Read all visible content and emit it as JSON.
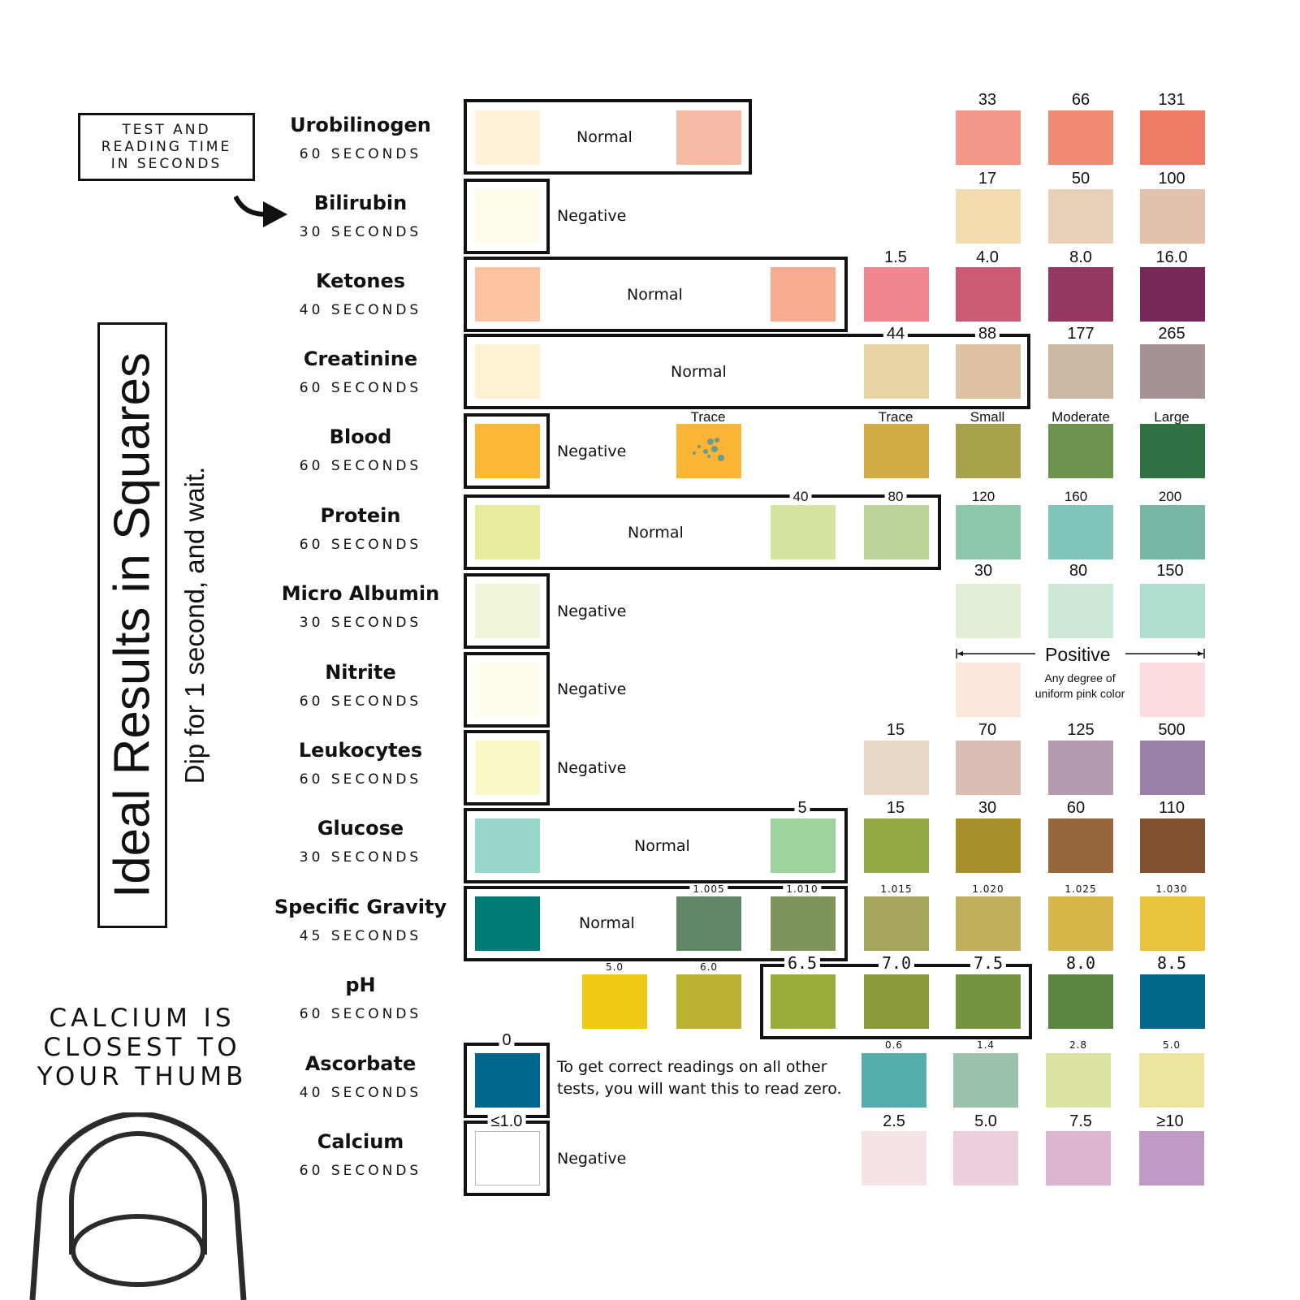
{
  "legend": {
    "line1": "TEST AND",
    "line2": "READING TIME",
    "line3": "IN SECONDS"
  },
  "sidebar": {
    "title": "Ideal Results in Squares",
    "subtitle": "Dip for 1 second, and wait."
  },
  "calcium_note": {
    "line1": "CALCIUM IS",
    "line2": "CLOSEST TO",
    "line3": "YOUR THUMB"
  },
  "rows": [
    {
      "name": "Urobilinogen",
      "time": "60 SECONDS"
    },
    {
      "name": "Bilirubin",
      "time": "30 SECONDS"
    },
    {
      "name": "Ketones",
      "time": "40 SECONDS"
    },
    {
      "name": "Creatinine",
      "time": "60 SECONDS"
    },
    {
      "name": "Blood",
      "time": "60 SECONDS"
    },
    {
      "name": "Protein",
      "time": "60 SECONDS"
    },
    {
      "name": "Micro Albumin",
      "time": "30 SECONDS"
    },
    {
      "name": "Nitrite",
      "time": "60 SECONDS"
    },
    {
      "name": "Leukocytes",
      "time": "60 SECONDS"
    },
    {
      "name": "Glucose",
      "time": "30 SECONDS"
    },
    {
      "name": "Specific Gravity",
      "time": "45 SECONDS"
    },
    {
      "name": "pH",
      "time": "60 SECONDS"
    },
    {
      "name": "Ascorbate",
      "time": "40 SECONDS"
    },
    {
      "name": "Calcium",
      "time": "60 SECONDS"
    }
  ],
  "words": {
    "normal": "Normal",
    "negative": "Negative",
    "trace": "Trace",
    "small": "Small",
    "moderate": "Moderate",
    "large": "Large"
  },
  "labels": {
    "uro": [
      "33",
      "66",
      "131"
    ],
    "bil": [
      "17",
      "50",
      "100"
    ],
    "ket": [
      "1.5",
      "4.0",
      "8.0",
      "16.0"
    ],
    "cre": [
      "44",
      "88",
      "177",
      "265"
    ],
    "pro": [
      "40",
      "80",
      "120",
      "160",
      "200"
    ],
    "alb": [
      "30",
      "80",
      "150"
    ],
    "leu": [
      "15",
      "70",
      "125",
      "500"
    ],
    "glu": [
      "5",
      "15",
      "30",
      "60",
      "110"
    ],
    "sg": [
      "1.005",
      "1.010",
      "1.015",
      "1.020",
      "1.025",
      "1.030"
    ],
    "ph": [
      "5.0",
      "6.0",
      "6.5",
      "7.0",
      "7.5",
      "8.0",
      "8.5"
    ],
    "asc": [
      "0",
      "0.6",
      "1.4",
      "2.8",
      "5.0"
    ],
    "cal": [
      "≤1.0",
      "2.5",
      "5.0",
      "7.5",
      "≥10"
    ]
  },
  "nitrite_positive": {
    "title": "Positive",
    "sub1": "Any degree of",
    "sub2": "uniform pink color"
  },
  "ascorbate_note": {
    "line1": "To get correct readings on all other",
    "line2": "tests, you will want this to read zero."
  },
  "colors": {
    "uro": [
      "#fff2d6",
      "#f8bca6",
      "#f4978a",
      "#f18a73",
      "#ee7c65"
    ],
    "bil": [
      "#fffcec",
      "#f3ddb0",
      "#e8d1b8",
      "#e3c1ac"
    ],
    "ket": [
      "#fbc3a0",
      "#f7ab90",
      "#f0878f",
      "#cb5a75",
      "#95385f",
      "#782858"
    ],
    "cre": [
      "#fff1d2",
      "#e8d3a7",
      "#dec2a1",
      "#cbb8a3",
      "#a69294"
    ],
    "blood": [
      "#fcb734",
      "#fbb433",
      "#d3ab45",
      "#a7a14b",
      "#6e934f",
      "#2f7143"
    ],
    "pro": [
      "#e7eb9c",
      "#d3e59e",
      "#bcd49a",
      "#8ec8aa",
      "#80c5bc",
      "#76b6a6"
    ],
    "alb": [
      "#f0f4d9",
      "#e2efd6",
      "#cde7d6",
      "#b0dfd2"
    ],
    "nit": [
      "#fffdee",
      "#fde6dc",
      "#fbdde0"
    ],
    "leu": [
      "#fbf8c7",
      "#e8d9c6",
      "#dbbdb4",
      "#b49bb0",
      "#9a80a8"
    ],
    "glu": [
      "#98d5ca",
      "#9dd39e",
      "#94aa45",
      "#a98f2b",
      "#97673b",
      "#83502f"
    ],
    "sg": [
      "#017a73",
      "#628768",
      "#7d955c",
      "#a6a55c",
      "#bfae5b",
      "#d6b84a",
      "#e8c33c"
    ],
    "ph": [
      "#efc914",
      "#bcb232",
      "#9aac3a",
      "#89993c",
      "#769440",
      "#5c8542",
      "#03678a"
    ],
    "asc": [
      "#02668c",
      "#55aeac",
      "#9cc2ab",
      "#dce29f",
      "#ede59d"
    ],
    "cal": [
      "#ffffff",
      "#f5e4e6",
      "#eccfdc",
      "#dfb6d1",
      "#bf9ac4"
    ]
  }
}
